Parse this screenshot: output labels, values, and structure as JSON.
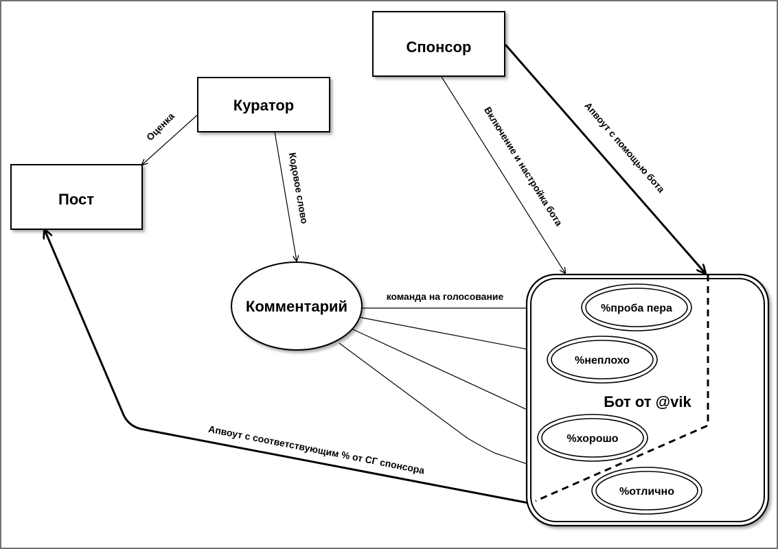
{
  "diagram": {
    "nodes": {
      "sponsor": "Спонсор",
      "curator": "Куратор",
      "post": "Пост",
      "comment": "Комментарий",
      "bot": "Бот от @vik",
      "option1": "%проба пера",
      "option2": "%неплохо",
      "option3": "%хорошо",
      "option4": "%отлично"
    },
    "edges": {
      "curator_post": "Оценка",
      "curator_comment": "Кодовое слово",
      "sponsor_bot_setup": "Включение и настройка бота",
      "sponsor_upvote": "Апвоут с помощью бота",
      "comment_vote": "команда на голосование",
      "bot_post": "Апвоут с соответствующим % от СГ спонсора"
    }
  }
}
